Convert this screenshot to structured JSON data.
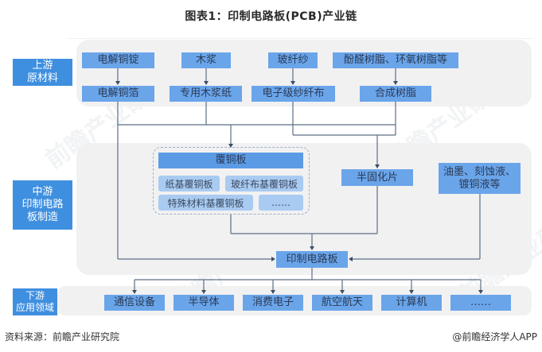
{
  "title": "图表1：印制电路板(PCB)产业链",
  "stages": {
    "upstream": [
      "上游",
      "原材料"
    ],
    "midstream": [
      "中游",
      "印制电路",
      "板制造"
    ],
    "downstream": [
      "下游",
      "应用领域"
    ]
  },
  "raw_materials": [
    "电解铜锭",
    "木浆",
    "玻纤纱",
    "酚醛树脂、环氧树脂等"
  ],
  "materials": [
    "电解铜箔",
    "专用木浆纸",
    "电子级纱纤布",
    "合成树脂"
  ],
  "ccl": {
    "title": "覆铜板",
    "types": [
      "纸基覆铜板",
      "玻纤布基覆铜板",
      "特殊材料基覆铜板",
      "……"
    ]
  },
  "prepreg": "半固化片",
  "chemicals": [
    "油墨、刻蚀液、",
    "镀铜液等"
  ],
  "pcb": "印制电路板",
  "applications": [
    "通信设备",
    "半导体",
    "消费电子",
    "航空航天",
    "计算机",
    "……"
  ],
  "footer": {
    "source": "资料来源：前瞻产业研究院",
    "credit": "@前瞻经济学人APP"
  },
  "watermark": "前瞻产业研究院",
  "colors": {
    "stage_label": "#3f8fe0",
    "node": "#6aa5ea",
    "sub_node": "#a9cbf2",
    "band": "#f1f1f2",
    "connector": "#5d6f85"
  }
}
